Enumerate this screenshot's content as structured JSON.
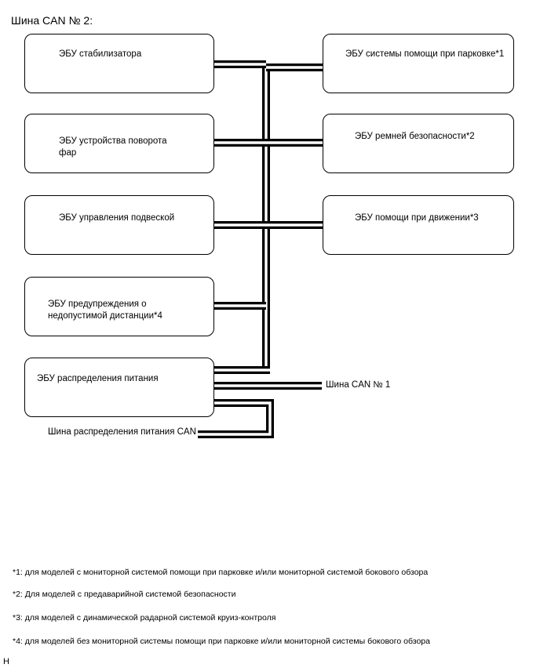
{
  "title": "Шина CAN № 2:",
  "ecus": {
    "stabilizer": "ЭБУ стабилизатора",
    "headlight_swivel_l1": "ЭБУ устройства поворота",
    "headlight_swivel_l2": "фар",
    "suspension": "ЭБУ управления подвеской",
    "distance_warning_l1": "ЭБУ предупреждения о",
    "distance_warning_l2": "недопустимой дистанции*4",
    "power_distribution": "ЭБУ распределения питания",
    "parking_assist": "ЭБУ системы помощи при парковке*1",
    "seatbelt": "ЭБУ ремней безопасности*2",
    "driving_assist": "ЭБУ помощи при движении*3"
  },
  "bus_labels": {
    "can1": "Шина CAN № 1",
    "power_can": "Шина распределения питания CAN"
  },
  "footnotes": [
    "*1: для моделей с мониторной системой помощи при парковке и/или мониторной системой бокового обзора",
    "*2: Для моделей с предаварийной системой безопасности",
    "*3: для моделей с динамической радарной системой круиз-контроля",
    "*4: для моделей без мониторной системы помощи при парковке и/или мониторной системы бокового обзора"
  ],
  "corner_mark": "H"
}
